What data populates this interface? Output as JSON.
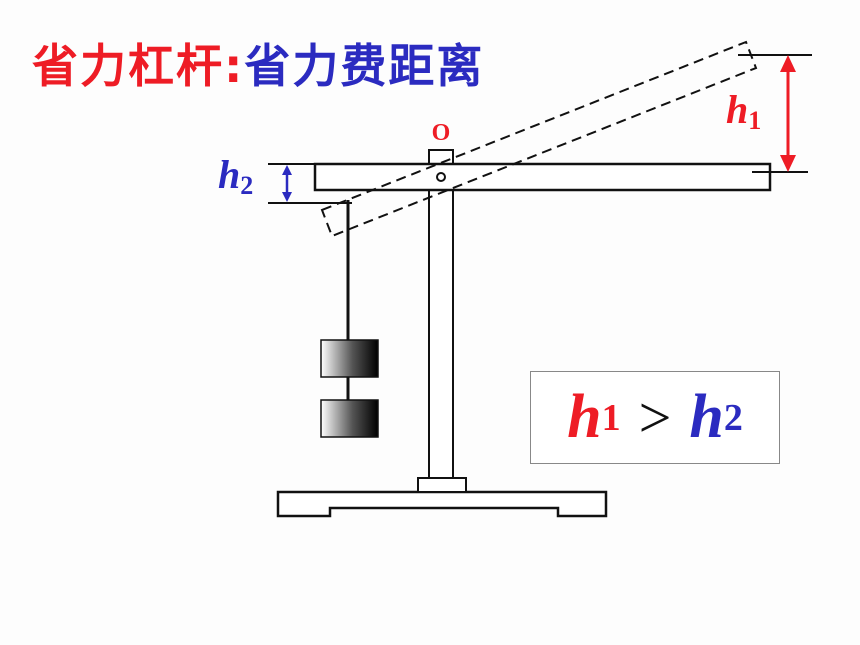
{
  "title": {
    "part1": "省力杠杆",
    "colon": ":",
    "part2": "省力费距离"
  },
  "labels": {
    "pivot": "O",
    "h1_base": "h",
    "h1_sub": "1",
    "h2_base": "h",
    "h2_sub": "2"
  },
  "inequality": {
    "left_base": "h",
    "left_sub": "1",
    "operator": ">",
    "right_base": "h",
    "right_sub": "2"
  },
  "colors": {
    "red": "#ee1c25",
    "blue": "#2b2bc0",
    "line": "#111111"
  }
}
